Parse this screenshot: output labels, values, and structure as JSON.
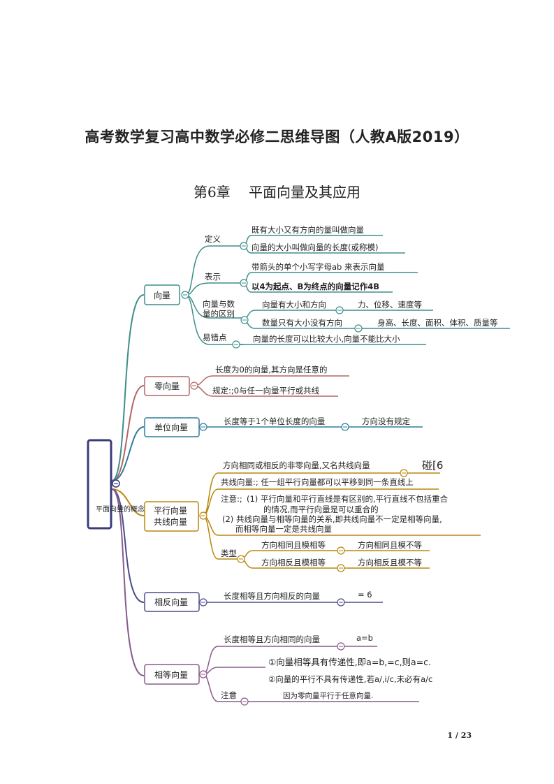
{
  "title": "高考数学复习高中数学必修二思维导图（人教A版2019）",
  "chapter": {
    "number": "第6章",
    "name": "平面向量及其应用"
  },
  "root": "平面向量的概念受",
  "colors": {
    "teal": "#3e8f8a",
    "red": "#b06666",
    "blue": "#2f7d9a",
    "gold": "#b8860b",
    "navy": "#4a4d8a",
    "purple": "#8a5a8a",
    "root_border": "#3b3b7a"
  },
  "branches": {
    "xiangliang": {
      "label": "向量",
      "dingyi": {
        "label": "定义",
        "items": [
          "既有大小又有方向的量叫做向量",
          "向量的大小叫做向量的长度(或称模)"
        ]
      },
      "biaoshi": {
        "label": "表示",
        "items": [
          "带箭头的单个小写字母ab    来表示向量",
          "以4为起点、B为终点的向量记作4B"
        ]
      },
      "qubie": {
        "label_line1": "向量与数",
        "label_line2": "量的区别",
        "rows": [
          {
            "text": "向量有大小和方向",
            "example": "力、位移、速度等"
          },
          {
            "text": "数量只有大小没有方向",
            "example": "身高、长度、面积、体积、质量等"
          }
        ]
      },
      "yicuo": {
        "label": "易错点",
        "text": "向量的长度可以比较大小,向量不能比大小"
      }
    },
    "ling": {
      "label": "零向量",
      "items": [
        "长度为0的向量,其方向是任意的",
        "规定:;0与任一向量平行或共线"
      ]
    },
    "danwei": {
      "label": "单位向量",
      "text": "长度等于1个单位长度的向量",
      "note": "方向没有规定"
    },
    "pingxing": {
      "label_line1": "平行向量",
      "label_line2": "共线向量",
      "def": "方向相同或相反的非零向量,又名共线向量",
      "def_note": "碰[6",
      "gongxian": "共线向量:;  任一组平行向量都可以平移到同一条直线上",
      "zhuyi_label": "注意:;",
      "zhuyi1_a": "(1) 平行向量和平行直线是有区别的,平行直线不包括重合",
      "zhuyi1_b": "的情况,而平行向量是可以重合的",
      "zhuyi2_a": "(2) 共线向量与相等向量的关系,即共线向量不一定是相等向量,",
      "zhuyi2_b": "而相等向量一定是共线向量",
      "leixing": {
        "label": "类型",
        "rows": [
          {
            "text": "方向相同且模相等",
            "example": "方向相同且模不等"
          },
          {
            "text": "方向相反且模相等",
            "example": "方向相反且模不等"
          }
        ]
      }
    },
    "xiangfan": {
      "label": "相反向量",
      "text": "长度相等且方向相反的向量",
      "note": "=    6"
    },
    "xiangdeng": {
      "label": "相等向量",
      "text": "长度相等且方向相同的向量",
      "note": "a=b",
      "p1": "①向量相等具有传递性,即a=b,=c,则a=c.",
      "p2": "②向量的平行不具有传递性,若a/,i/c,未必有a/c",
      "zhuyi_label": "注意",
      "zhuyi_text": "因为零向量平行于任意向量."
    }
  },
  "page": "1 / 23"
}
